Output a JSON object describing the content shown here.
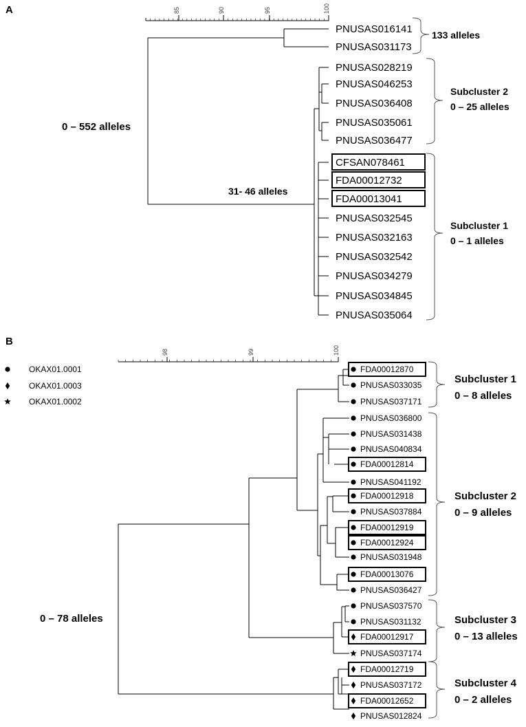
{
  "panel_a": {
    "letter": "A",
    "scale_ticks": [
      "85",
      "90",
      "95",
      "100"
    ],
    "leaves": [
      {
        "label": "PNUSAS016141",
        "boxed": false
      },
      {
        "label": "PNUSAS031173",
        "boxed": false
      },
      {
        "label": "PNUSAS028219",
        "boxed": false
      },
      {
        "label": "PNUSAS046253",
        "boxed": false
      },
      {
        "label": "PNUSAS036408",
        "boxed": false
      },
      {
        "label": "PNUSAS035061",
        "boxed": false
      },
      {
        "label": "PNUSAS036477",
        "boxed": false
      },
      {
        "label": "CFSAN078461",
        "boxed": true
      },
      {
        "label": "FDA00012732",
        "boxed": true
      },
      {
        "label": "FDA00013041",
        "boxed": true
      },
      {
        "label": "PNUSAS032545",
        "boxed": false
      },
      {
        "label": "PNUSAS032163",
        "boxed": false
      },
      {
        "label": "PNUSAS032542",
        "boxed": false
      },
      {
        "label": "PNUSAS034279",
        "boxed": false
      },
      {
        "label": "PNUSAS034845",
        "boxed": false
      },
      {
        "label": "PNUSAS035064",
        "boxed": false
      }
    ],
    "annotations": {
      "root": "0 – 552  alleles",
      "inner": "31- 46 alleles"
    },
    "groups": [
      {
        "line1": "133 alleles",
        "line2": ""
      },
      {
        "line1": "Subcluster 2",
        "line2": "0 – 25 alleles"
      },
      {
        "line1": "Subcluster 1",
        "line2": "0 – 1 alleles"
      }
    ]
  },
  "panel_b": {
    "letter": "B",
    "scale_ticks": [
      "98",
      "99",
      "100"
    ],
    "legend": [
      {
        "symbol": "circle",
        "label": "OKAX01.0001"
      },
      {
        "symbol": "diamond",
        "label": "OKAX01.0003"
      },
      {
        "symbol": "star",
        "label": "OKAX01.0002"
      }
    ],
    "leaves": [
      {
        "label": "FDA00012870",
        "symbol": "circle",
        "boxed": true
      },
      {
        "label": "PNUSAS033035",
        "symbol": "circle",
        "boxed": false
      },
      {
        "label": "PNUSAS037171",
        "symbol": "circle",
        "boxed": false
      },
      {
        "label": "PNUSAS036800",
        "symbol": "circle",
        "boxed": false
      },
      {
        "label": "PNUSAS031438",
        "symbol": "circle",
        "boxed": false
      },
      {
        "label": "PNUSAS040834",
        "symbol": "circle",
        "boxed": false
      },
      {
        "label": "FDA00012814",
        "symbol": "circle",
        "boxed": true
      },
      {
        "label": "PNUSAS041192",
        "symbol": "circle",
        "boxed": false
      },
      {
        "label": "FDA00012918",
        "symbol": "circle",
        "boxed": true
      },
      {
        "label": "PNUSAS037884",
        "symbol": "circle",
        "boxed": false
      },
      {
        "label": "FDA00012919",
        "symbol": "circle",
        "boxed": true
      },
      {
        "label": "FDA00012924",
        "symbol": "circle",
        "boxed": true
      },
      {
        "label": "PNUSAS031948",
        "symbol": "circle",
        "boxed": false
      },
      {
        "label": "FDA00013076",
        "symbol": "circle",
        "boxed": true
      },
      {
        "label": "PNUSAS036427",
        "symbol": "circle",
        "boxed": false
      },
      {
        "label": "PNUSAS037570",
        "symbol": "circle",
        "boxed": false
      },
      {
        "label": "PNUSAS031132",
        "symbol": "circle",
        "boxed": false
      },
      {
        "label": "FDA00012917",
        "symbol": "diamond",
        "boxed": true
      },
      {
        "label": "PNUSAS037174",
        "symbol": "star",
        "boxed": false
      },
      {
        "label": "FDA00012719",
        "symbol": "diamond",
        "boxed": true
      },
      {
        "label": "PNUSAS037172",
        "symbol": "diamond",
        "boxed": false
      },
      {
        "label": "FDA00012652",
        "symbol": "diamond",
        "boxed": true
      },
      {
        "label": "PNUSAS012824",
        "symbol": "diamond",
        "boxed": false
      }
    ],
    "annotations": {
      "root": "0 – 78  alleles"
    },
    "groups": [
      {
        "line1": "Subcluster 1",
        "line2": "0 – 8 alleles"
      },
      {
        "line1": "Subcluster 2",
        "line2": "0 – 9 alleles"
      },
      {
        "line1": "Subcluster 3",
        "line2": "0 – 13 alleles"
      },
      {
        "line1": "Subcluster 4",
        "line2": "0 – 2 alleles"
      }
    ]
  }
}
